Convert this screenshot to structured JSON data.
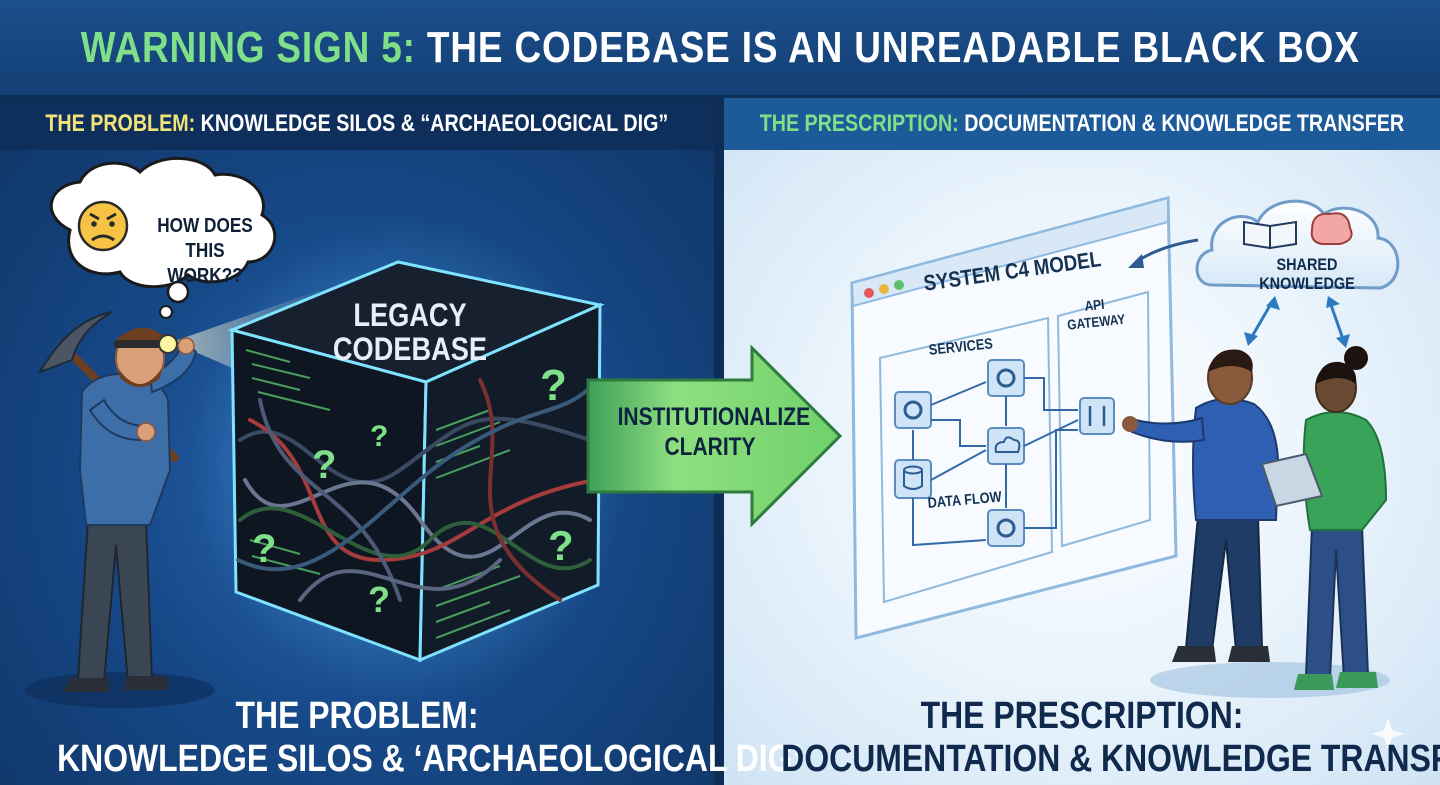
{
  "title": {
    "prefix": "WARNING SIGN 5:",
    "main": "THE CODEBASE IS AN UNREADABLE BLACK BOX"
  },
  "problem": {
    "header_prefix": "THE PROBLEM:",
    "header_text": "KNOWLEDGE SILOS & “ARCHAEOLOGICAL DIG”",
    "thought_line1": "HOW DOES",
    "thought_line2": "THIS WORK??",
    "cube_line1": "LEGACY",
    "cube_line2": "CODEBASE",
    "caption_line1": "THE PROBLEM:",
    "caption_line2": "KNOWLEDGE SILOS & ‘ARCHAEOLOGICAL DIG’"
  },
  "transition": {
    "line1": "INSTITUTIONALIZE",
    "line2": "CLARITY"
  },
  "prescription": {
    "header_prefix": "THE PRESCRIPTION:",
    "header_text": "DOCUMENTATION & KNOWLEDGE TRANSFER",
    "diagram_title": "SYSTEM C4 MODEL",
    "services_label": "SERVICES",
    "api_gateway_label": "API GATEWAY",
    "data_flow_label": "DATA FLOW",
    "cloud_line1": "SHARED",
    "cloud_line2": "KNOWLEDGE",
    "caption_line1": "THE PRESCRIPTION:",
    "caption_line2": "DOCUMENTATION & KNOWLEDGE TRANSFER"
  },
  "colors": {
    "accent_green": "#7fe089",
    "accent_yellow": "#f1e27a",
    "left_bg": "#174a8a",
    "right_bg": "#eaf4fc",
    "glow_cyan": "#6fd8ff"
  },
  "icons": [
    "frown-emoji-icon",
    "headlamp-icon",
    "pickaxe-icon",
    "question-mark-icon",
    "gear-icon",
    "database-icon",
    "cloud-icon",
    "book-icon",
    "brain-icon",
    "gateway-icon",
    "tablet-icon"
  ]
}
